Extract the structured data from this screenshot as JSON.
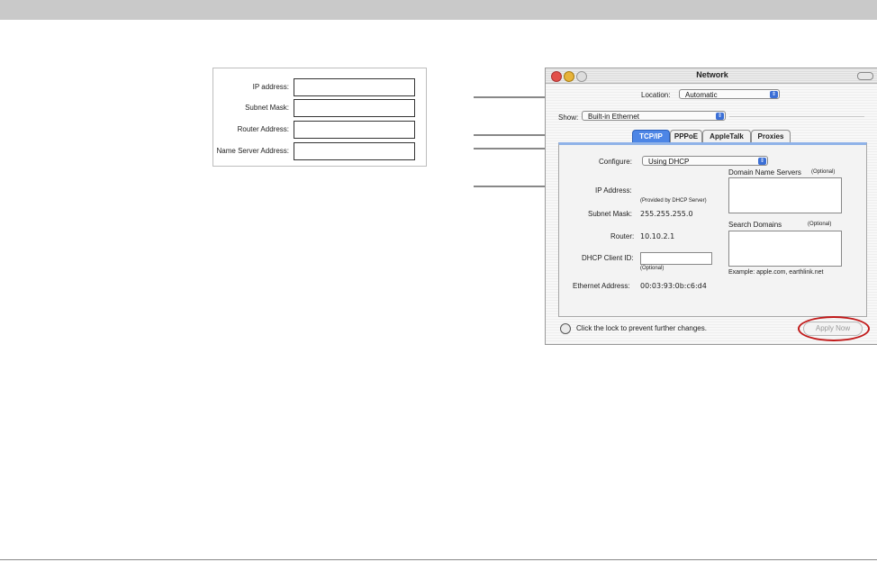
{
  "ip_form": {
    "labels": [
      "IP address:",
      "Subnet Mask:",
      "Router Address:",
      "Name Server Address:"
    ]
  },
  "window": {
    "title": "Network",
    "location_label": "Location:",
    "location_value": "Automatic",
    "show_label": "Show:",
    "show_value": "Built-in Ethernet",
    "tabs": [
      {
        "label": "TCP/IP",
        "active": true
      },
      {
        "label": "PPPoE",
        "active": false
      },
      {
        "label": "AppleTalk",
        "active": false
      },
      {
        "label": "Proxies",
        "active": false
      }
    ],
    "configure_label": "Configure:",
    "configure_value": "Using DHCP",
    "ip_address_label": "IP Address:",
    "ip_address_note": "(Provided by DHCP Server)",
    "subnet_mask_label": "Subnet Mask:",
    "subnet_mask_value": "255.255.255.0",
    "router_label": "Router:",
    "router_value": "10.10.2.1",
    "dhcp_client_label": "DHCP Client ID:",
    "dhcp_client_note": "(Optional)",
    "ethernet_label": "Ethernet Address:",
    "ethernet_value": "00:03:93:0b:c6:d4",
    "dns_label": "Domain Name Servers",
    "dns_optional": "(Optional)",
    "search_label": "Search Domains",
    "search_optional": "(Optional)",
    "example_text": "Example: apple.com, earthlink.net",
    "lock_text": "Click the lock to prevent further changes.",
    "apply_label": "Apply Now"
  },
  "colors": {
    "active_tab": "#4d86e6",
    "highlight_ring": "#c11a1a"
  }
}
